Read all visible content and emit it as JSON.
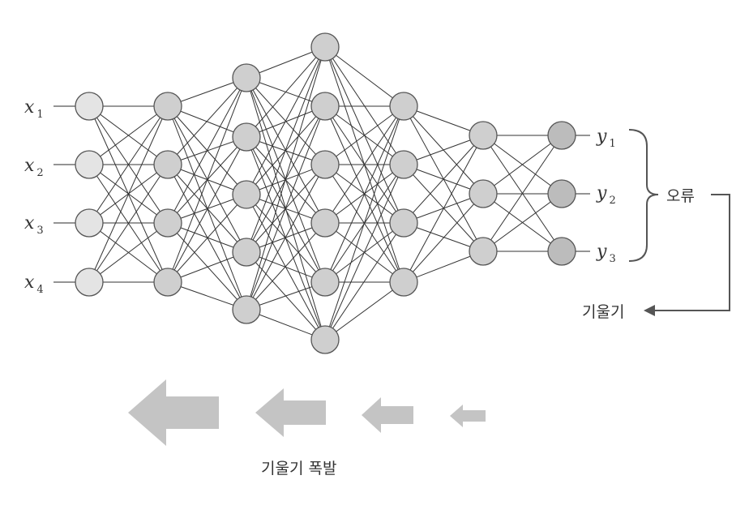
{
  "diagram": {
    "inputs": [
      {
        "var": "x",
        "sub": "1"
      },
      {
        "var": "x",
        "sub": "2"
      },
      {
        "var": "x",
        "sub": "3"
      },
      {
        "var": "x",
        "sub": "4"
      }
    ],
    "outputs": [
      {
        "var": "y",
        "sub": "1"
      },
      {
        "var": "y",
        "sub": "2"
      },
      {
        "var": "y",
        "sub": "3"
      }
    ],
    "layer_node_counts": [
      4,
      4,
      5,
      6,
      4,
      3,
      3
    ],
    "error_label": "오류",
    "gradient_label": "기울기",
    "explosion_label": "기울기 폭발",
    "colors": {
      "input_node": "#e4e4e4",
      "hidden_node": "#cfcfcf",
      "output_node": "#bcbcbc",
      "node_stroke": "#555555",
      "edge": "#333333",
      "arrow_fill": "#c4c4c4",
      "text": "#333333"
    }
  }
}
